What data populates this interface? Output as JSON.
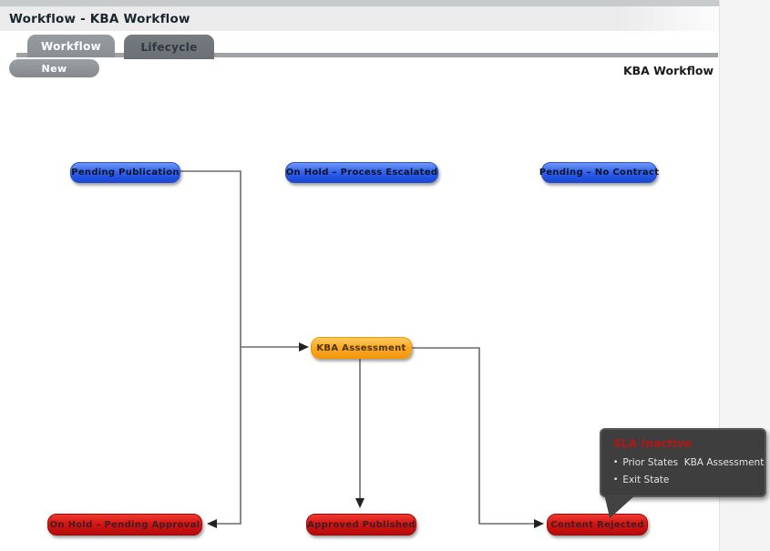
{
  "header": {
    "title": "Workflow - KBA Workflow"
  },
  "tabs": {
    "workflow": {
      "label": "Workflow",
      "active": true
    },
    "lifecycle": {
      "label": "Lifecycle",
      "active": false
    }
  },
  "toolbar": {
    "new_label": "New"
  },
  "diagram": {
    "title": "KBA Workflow",
    "nodes": [
      {
        "id": "pending-publication",
        "label": "Pending Publication",
        "status_color": "blue"
      },
      {
        "id": "on-hold-process-escalated",
        "label": "On Hold – Process Escalated",
        "status_color": "blue"
      },
      {
        "id": "pending-no-contract",
        "label": "Pending – No Contract",
        "status_color": "blue"
      },
      {
        "id": "kba-assessment",
        "label": "KBA Assessment",
        "status_color": "orange"
      },
      {
        "id": "on-hold-pending-approval",
        "label": "On Hold – Pending Approval",
        "status_color": "red"
      },
      {
        "id": "approved-published",
        "label": "Approved Published",
        "status_color": "red"
      },
      {
        "id": "content-rejected",
        "label": "Content Rejected",
        "status_color": "red"
      }
    ],
    "connections": [
      "Pending Publication -> KBA Assessment",
      "Pending Publication -> On Hold – Pending Approval",
      "KBA Assessment -> Approved Published",
      "KBA Assessment -> Content Rejected"
    ]
  },
  "tooltip": {
    "title": "SLA Inactive",
    "bullet": "•",
    "items": [
      "Prior States  KBA Assessment",
      "Exit State"
    ]
  },
  "colors": {
    "node_blue": "#2353e2",
    "node_orange": "#fcab27",
    "node_red": "#d61414",
    "tooltip_bg": "#3e3e3e",
    "tooltip_title_red": "#b81414",
    "tab_gray": "#898e93",
    "accent_bar": "#9ea2a6"
  }
}
